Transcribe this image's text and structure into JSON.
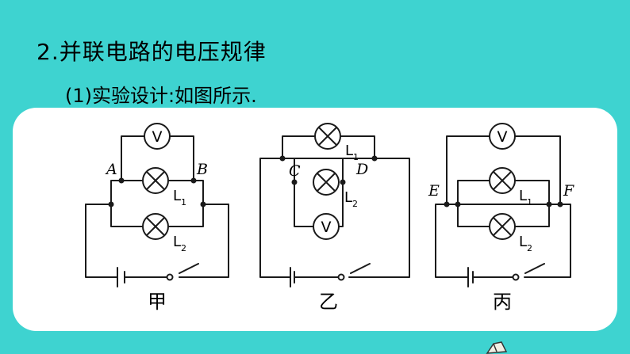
{
  "heading": "2.并联电路的电压规律",
  "subheading": "(1)实验设计:如图所示.",
  "symbols": {
    "voltmeter": "V",
    "lamp1": "L",
    "lamp1_sub": "1",
    "lamp2": "L",
    "lamp2_sub": "2"
  },
  "circuits": [
    {
      "caption": "甲",
      "point_left": "A",
      "point_right": "B"
    },
    {
      "caption": "乙",
      "point_left": "C",
      "point_right": "D"
    },
    {
      "caption": "丙",
      "point_left": "E",
      "point_right": "F"
    }
  ],
  "icons": [
    "voltmeter-icon",
    "lamp-icon",
    "battery-icon",
    "switch-icon",
    "pen-icon"
  ]
}
